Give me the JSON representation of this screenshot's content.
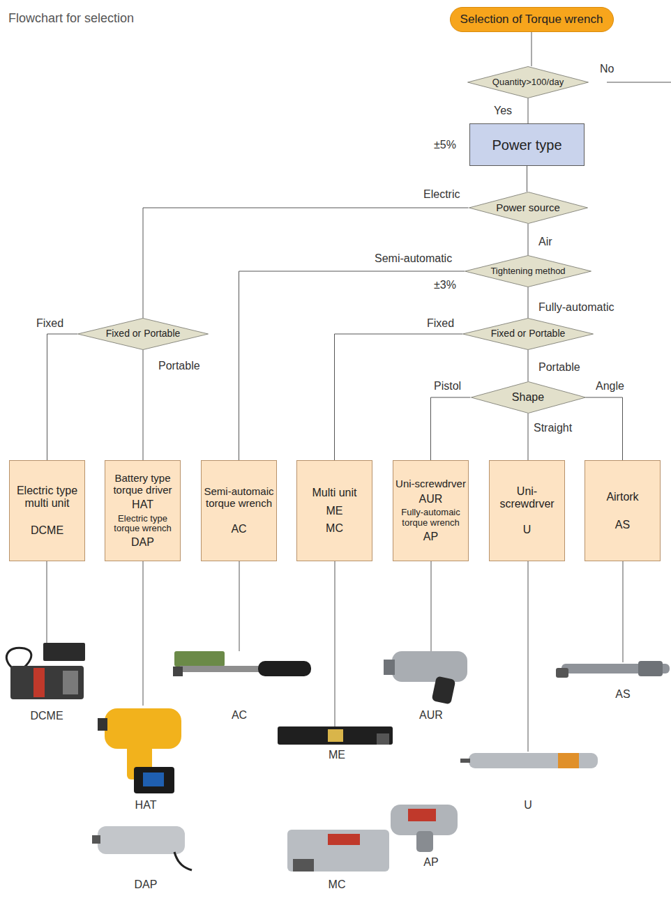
{
  "diagram": {
    "title": "Flowchart for selection",
    "nodes": [
      {
        "text": [
          "Selection of Torque wrench"
        ]
      },
      {
        "text": [
          "Quantity>100/day"
        ]
      },
      {
        "text": [
          "Power type"
        ]
      },
      {
        "text": [
          "Power source"
        ]
      },
      {
        "text": [
          "Tightening method"
        ]
      },
      {
        "text": [
          "Fixed or Portable"
        ]
      },
      {
        "text": [
          "Fixed or Portable"
        ]
      },
      {
        "text": [
          "Shape"
        ]
      },
      {
        "text": [
          "Electric type multi unit",
          "DCME"
        ]
      },
      {
        "text": [
          "Battery type torque driver",
          "HAT",
          "Electric type torque wrench",
          "DAP"
        ]
      },
      {
        "text": [
          "Semi-automaic torque wrench",
          "AC"
        ]
      },
      {
        "text": [
          "Multi unit",
          "ME",
          "MC"
        ]
      },
      {
        "text": [
          "Uni-screwdrver",
          "AUR",
          "Fully-automaic torque wrench",
          "AP"
        ]
      },
      {
        "text": [
          "Uni-screwdrver",
          "U"
        ]
      },
      {
        "text": [
          "Airtork",
          "AS"
        ]
      }
    ],
    "edges": [
      {
        "from": 0,
        "to": 1,
        "arrow": "none"
      },
      {
        "from": 1,
        "to": 2,
        "label": "Yes",
        "arrow": "none"
      },
      {
        "from": 2,
        "to": 3,
        "arrow": "none"
      },
      {
        "from": 3,
        "to": 5,
        "label": "Electric",
        "arrow": "none"
      },
      {
        "from": 3,
        "to": 4,
        "label": "Air",
        "arrow": "none"
      },
      {
        "from": 4,
        "to": 10,
        "label": "Semi-automatic",
        "arrow": "none"
      },
      {
        "from": 4,
        "to": 6,
        "label": "Fully-automatic",
        "arrow": "none"
      },
      {
        "from": 5,
        "to": 8,
        "label": "Fixed",
        "arrow": "none"
      },
      {
        "from": 5,
        "to": 9,
        "label": "Portable",
        "arrow": "none"
      },
      {
        "from": 6,
        "to": 11,
        "label": "Fixed",
        "arrow": "none"
      },
      {
        "from": 6,
        "to": 7,
        "label": "Portable",
        "arrow": "none"
      },
      {
        "from": 7,
        "to": 12,
        "label": "Pistol",
        "arrow": "none"
      },
      {
        "from": 7,
        "to": 13,
        "label": "Straight",
        "arrow": "none"
      },
      {
        "from": 7,
        "to": 14,
        "label": "Angle",
        "arrow": "none"
      }
    ],
    "labels": [
      "±5%",
      "±3%",
      "No",
      "DCME",
      "AC",
      "AUR",
      "AS",
      "ME",
      "HAT",
      "U",
      "AP",
      "DAP",
      "MC"
    ]
  }
}
